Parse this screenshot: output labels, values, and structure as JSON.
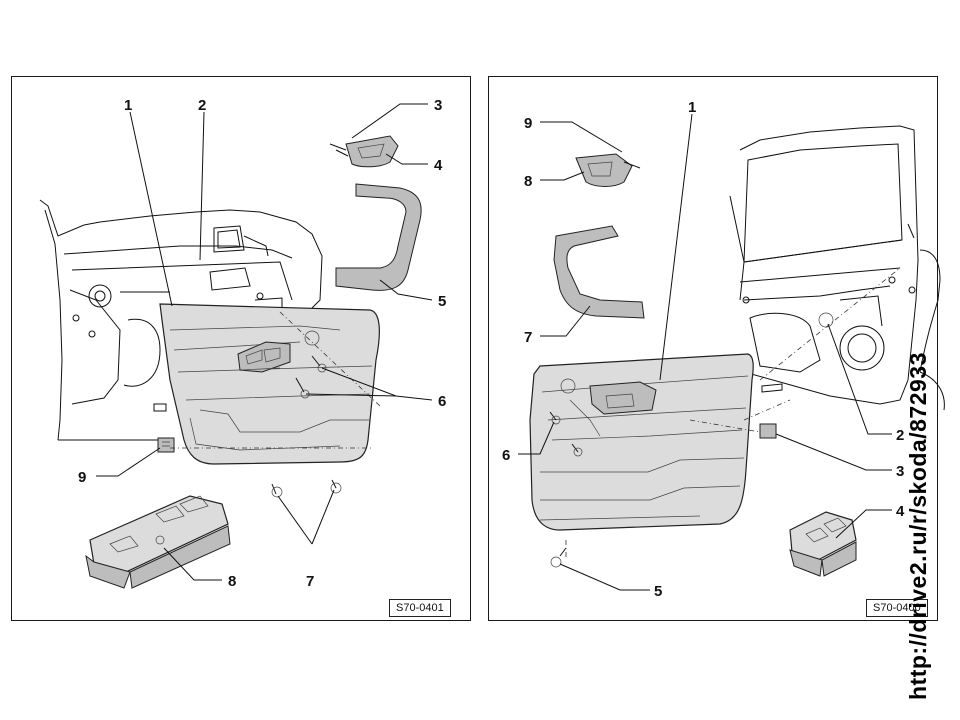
{
  "left_panel": {
    "callouts": [
      "1",
      "2",
      "3",
      "4",
      "5",
      "6",
      "7",
      "8",
      "9"
    ],
    "code": "S70-0401"
  },
  "right_panel": {
    "callouts": [
      "1",
      "2",
      "3",
      "4",
      "5",
      "6",
      "7",
      "8",
      "9"
    ],
    "code": "S70-0400"
  },
  "watermark": "http://drive2.ru/r/skoda/872933"
}
